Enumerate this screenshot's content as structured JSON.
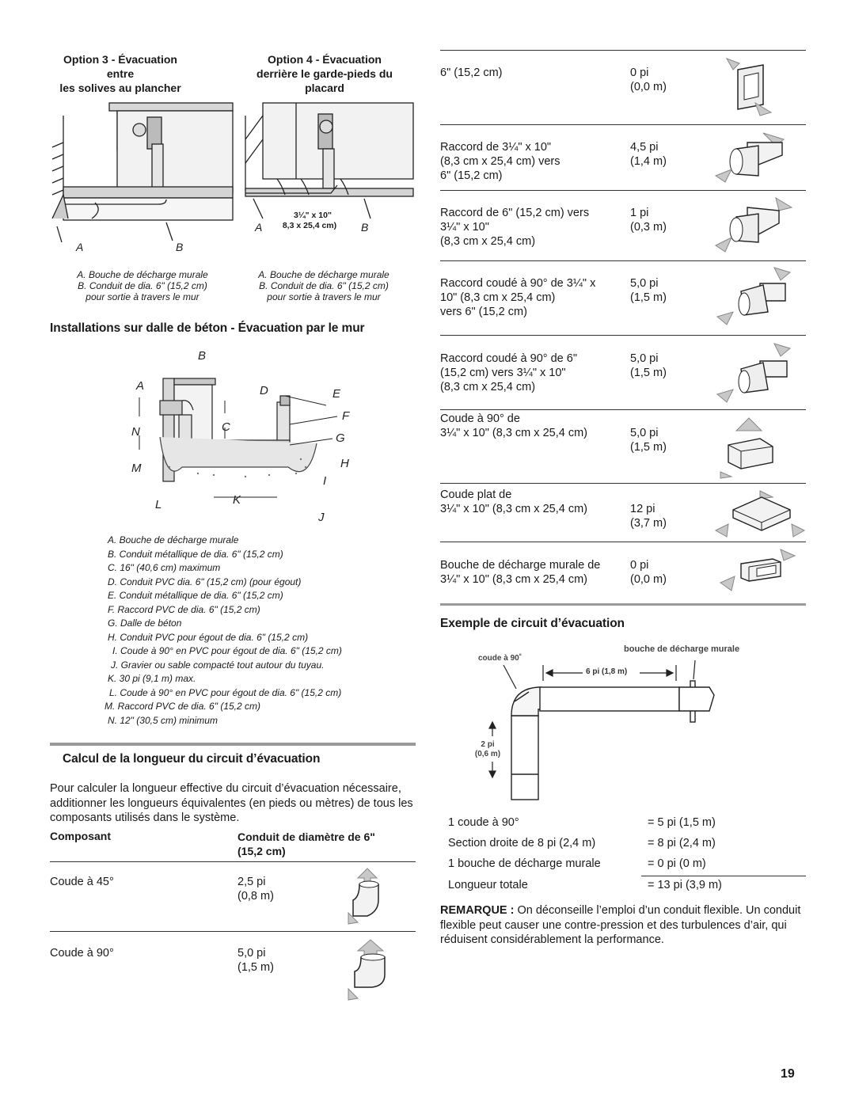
{
  "top_options": {
    "option3": {
      "line1": "Option 3 - Évacuation entre",
      "line2": "les solives au plancher"
    },
    "option4": {
      "line1": "Option 4 - Évacuation",
      "line2": "derrière le garde-pieds du",
      "line3": "placard"
    }
  },
  "fig_opt3": {
    "label_a": "A",
    "label_b": "B"
  },
  "fig_opt4": {
    "label_a": "A",
    "label_b": "B",
    "dim1": "3¼\" x 10\"",
    "dim2": "8,3 x 25,4 cm)"
  },
  "legend_opt3": {
    "a": "A. Bouche de décharge murale",
    "b1": "B. Conduit de dia. 6\" (15,2 cm)",
    "b2": "pour sortie à travers le mur"
  },
  "legend_opt4": {
    "a": "A. Bouche de décharge murale",
    "b1": "B. Conduit de dia. 6\" (15,2 cm)",
    "b2": "pour sortie à travers le mur"
  },
  "slab_heading": "Installations sur dalle de béton - Évacuation par le mur",
  "slab_labels": [
    "A",
    "B",
    "C",
    "D",
    "E",
    "F",
    "G",
    "H",
    "I",
    "J",
    "K",
    "L",
    "M",
    "N"
  ],
  "slab_legend": [
    "A. Bouche de décharge murale",
    "B. Conduit métallique de dia. 6\" (15,2 cm)",
    "C. 16\" (40,6 cm) maximum",
    "D. Conduit PVC dia. 6\" (15,2 cm) (pour égout)",
    "E. Conduit métallique de dia. 6\" (15,2 cm)",
    "F. Raccord PVC de dia. 6\" (15,2 cm)",
    "G. Dalle de béton",
    "H. Conduit PVC pour égout de dia. 6\" (15,2 cm)",
    "I. Coude à 90° en PVC pour égout de dia. 6\" (15,2 cm)",
    "J. Gravier ou sable compacté tout autour du tuyau.",
    "K. 30 pi (9,1 m) max.",
    "L. Coude à 90° en PVC pour égout de dia. 6\" (15,2 cm)",
    "M. Raccord PVC de dia. 6\" (15,2 cm)",
    "N. 12\" (30,5 cm) minimum"
  ],
  "calc": {
    "heading": "Calcul de la longueur du circuit d’évacuation",
    "text": "Pour calculer la longueur effective du circuit d’évacuation nécessaire, additionner les longueurs équivalentes (en pieds ou mètres) de tous les composants utilisés dans le système.",
    "col1": "Composant",
    "col2a": "Conduit de diamètre de 6\"",
    "col2b": "(15,2 cm)",
    "rows": [
      {
        "name": "Coude à 45°",
        "value": "2,5 pi\n(0,8 m)",
        "icon": "elbow-45-icon"
      },
      {
        "name": "Coude à 90°",
        "value": "5,0 pi\n(1,5 m)",
        "icon": "elbow-90-icon"
      }
    ]
  },
  "right_table": [
    {
      "name": "6\" (15,2 cm)",
      "value": "0 pi\n(0,0 m)",
      "icon": "wall-cap-icon"
    },
    {
      "name": "Raccord de 3¼\" x 10\"\n(8,3 cm x 25,4 cm) vers\n6\" (15,2 cm)",
      "value": "4,5 pi\n(1,4 m)",
      "icon": "rect-to-round-transition-icon"
    },
    {
      "name": "Raccord de 6\" (15,2 cm) vers\n3¼\" x 10\"\n(8,3 cm x 25,4 cm)",
      "value": "1 pi\n(0,3 m)",
      "icon": "round-to-rect-transition-icon"
    },
    {
      "name": "Raccord coudé à 90° de 3¼\" x\n10\" (8,3 cm x 25,4 cm)\nvers 6\" (15,2 cm)",
      "value": "5,0 pi\n(1,5 m)",
      "icon": "rect-to-round-elbow-icon"
    },
    {
      "name": "Raccord coudé à 90° de 6\"\n(15,2 cm) vers 3¼\" x 10\"\n(8,3 cm x 25,4 cm)",
      "value": "5,0 pi\n(1,5 m)",
      "icon": "round-to-rect-elbow-icon"
    },
    {
      "name": "Coude à 90° de\n3¼\" x 10\" (8,3 cm x 25,4 cm)",
      "value": "5,0 pi\n(1,5 m)",
      "icon": "rect-elbow-90-icon"
    },
    {
      "name": "Coude plat de\n3¼\" x 10\" (8,3 cm x 25,4 cm)",
      "value": "12 pi\n(3,7 m)",
      "icon": "flat-elbow-icon"
    },
    {
      "name": "Bouche de décharge murale de\n3¼\" x 10\" (8,3 cm x 25,4 cm)",
      "value": "0 pi\n(0,0 m)",
      "icon": "rect-wall-cap-icon"
    }
  ],
  "example": {
    "heading": "Exemple de circuit d’évacuation",
    "lbl_elbow": "coude à 90˚",
    "lbl_cap": "bouche de décharge murale",
    "lbl_len": "6 pi (1,8 m)",
    "lbl_h1": "2 pi",
    "lbl_h2": "(0,6 m)",
    "rows": [
      {
        "name": "1 coude à 90°",
        "value": "= 5 pi (1,5 m)"
      },
      {
        "name": "Section droite de 8 pi (2,4 m)",
        "value": "= 8 pi (2,4 m)"
      },
      {
        "name": "1 bouche de décharge murale",
        "value": "= 0 pi (0 m)"
      },
      {
        "name": "Longueur totale",
        "value": "= 13 pi (3,9 m)"
      }
    ]
  },
  "remark": {
    "bold": "REMARQUE :",
    "text": " On déconseille l’emploi d’un conduit flexible. Un conduit flexible peut causer une contre-pression et des turbulences d’air, qui réduisent considérablement la performance."
  },
  "page_number": "19"
}
